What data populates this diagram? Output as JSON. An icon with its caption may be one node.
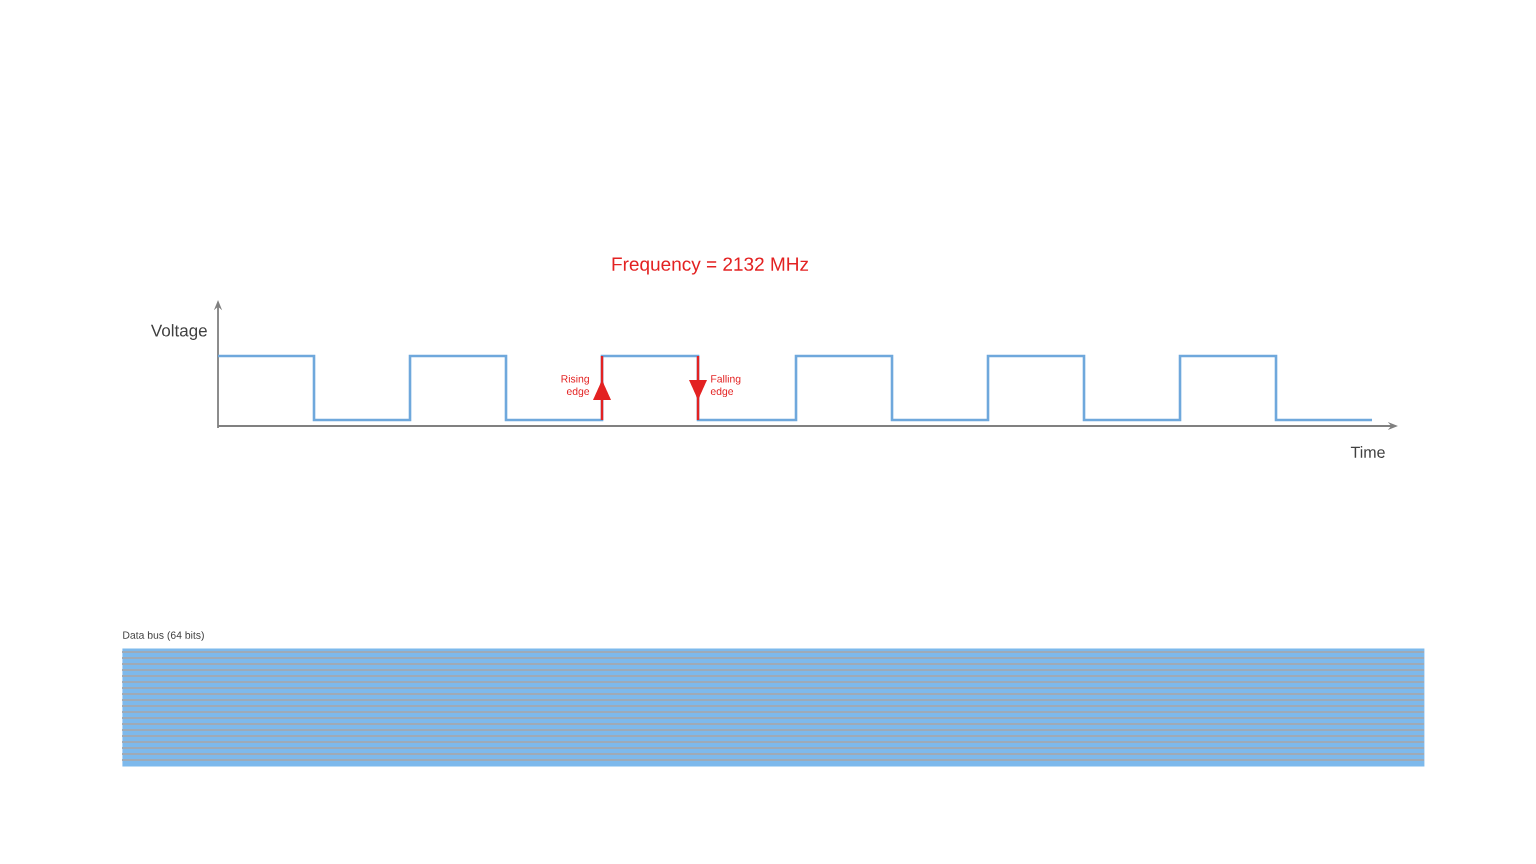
{
  "diagram": {
    "nodes": [
      {
        "text": [
          "Data bus (64 bits)"
        ]
      }
    ],
    "labels": [
      "Frequency = 2132 MHz",
      "Voltage",
      "Rising edge",
      "Falling edge",
      "Time"
    ]
  }
}
